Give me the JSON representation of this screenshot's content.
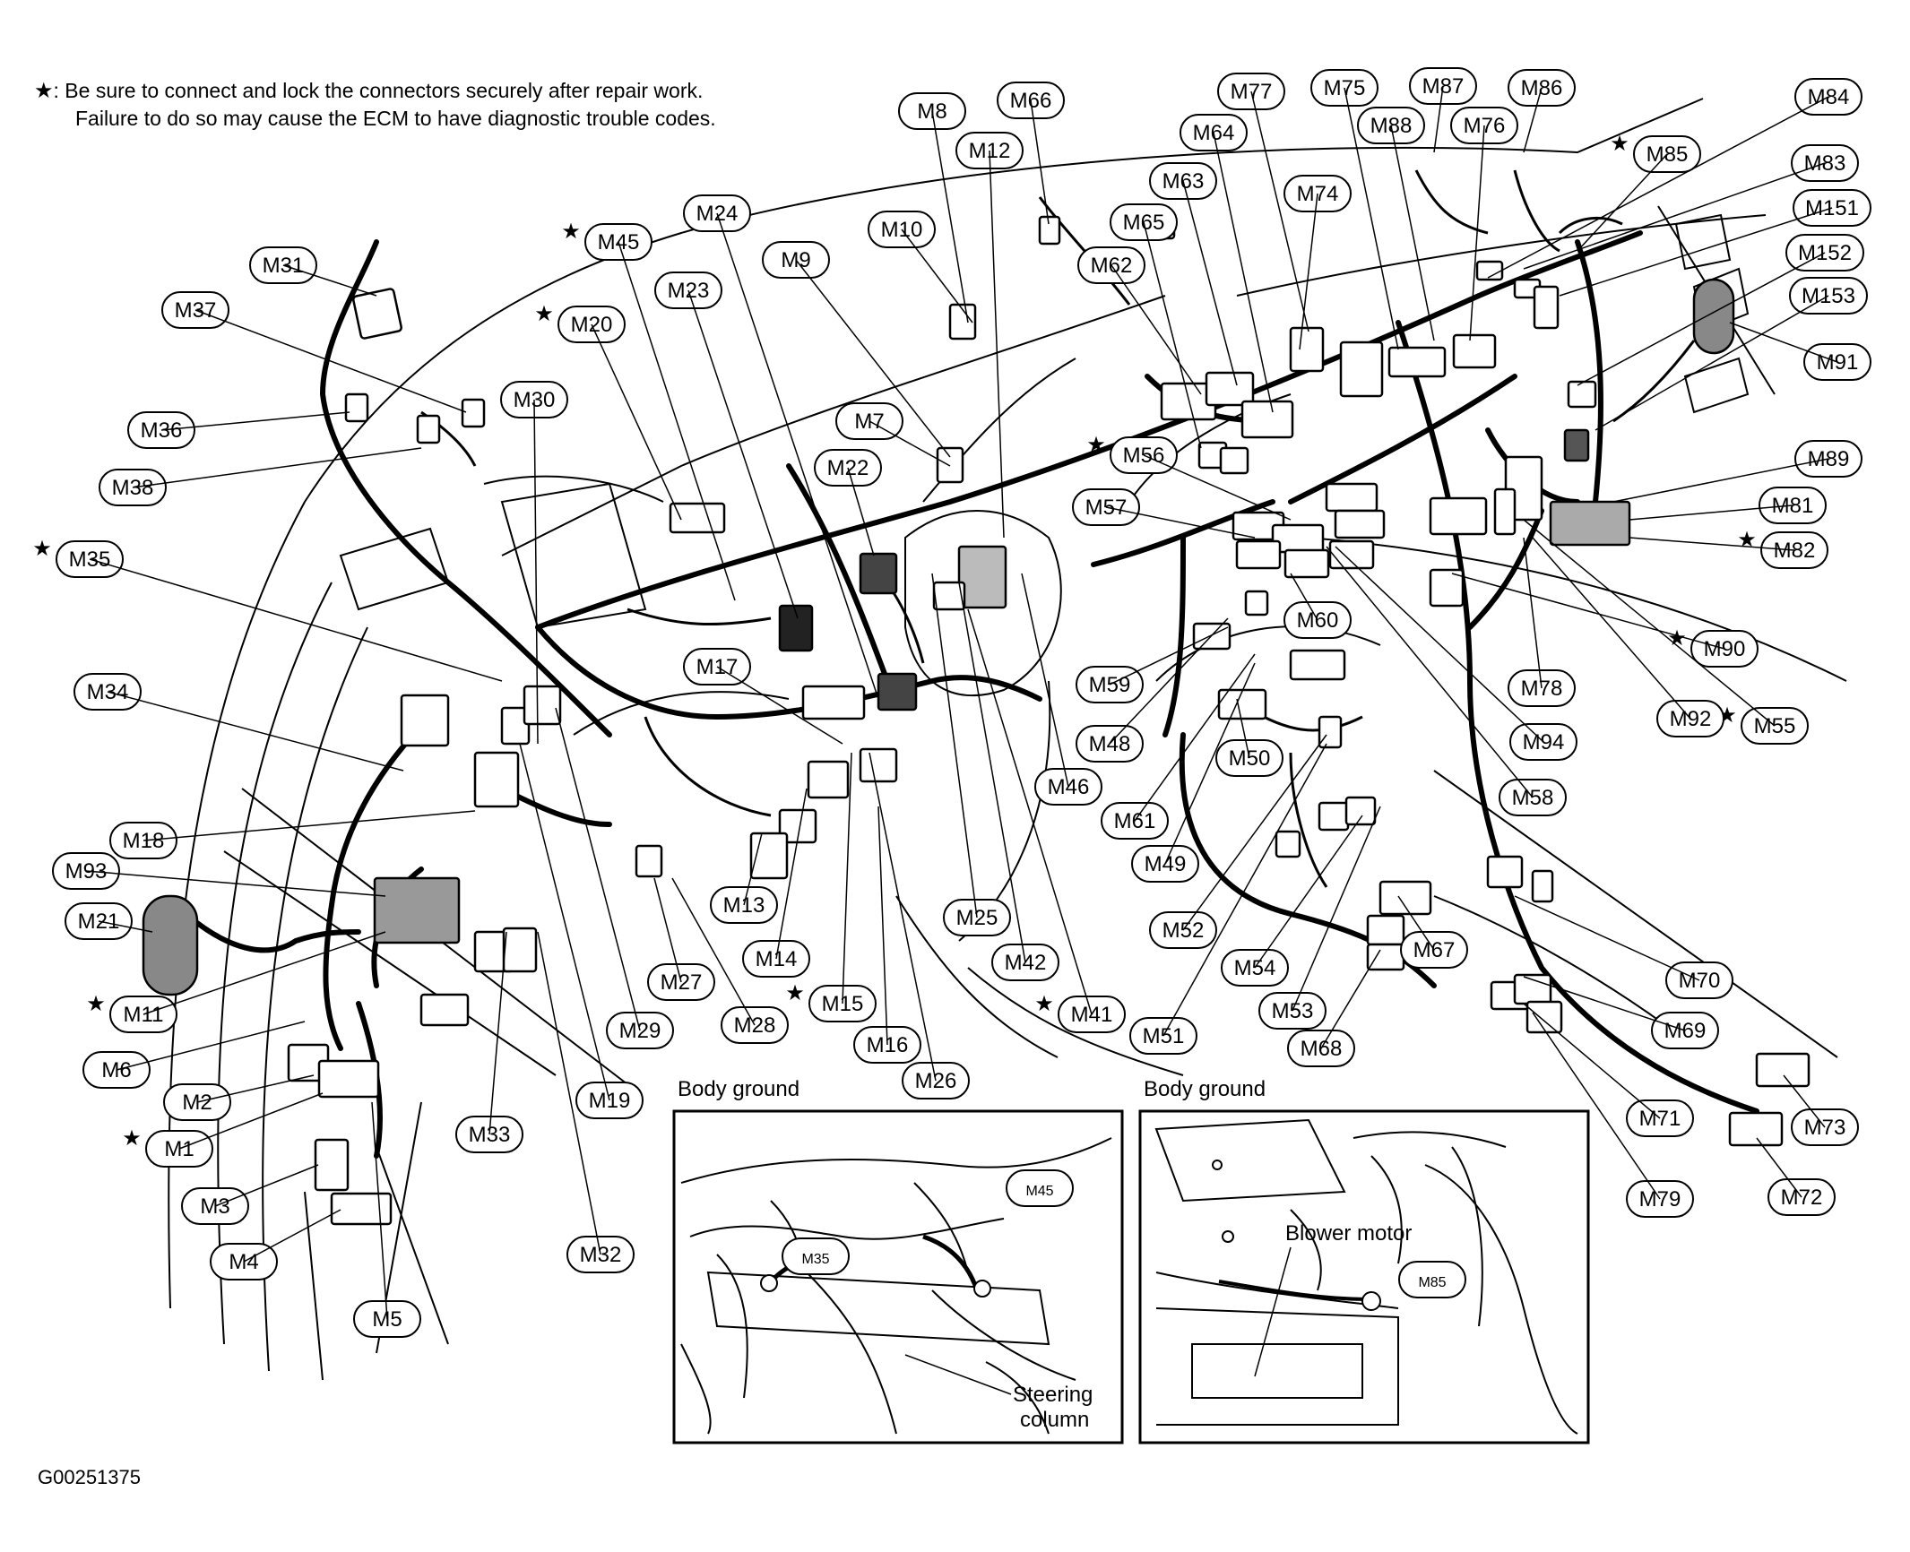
{
  "note": {
    "star": "★",
    "line1": ": Be sure to connect and lock the connectors securely after repair work.",
    "line2": "Failure to do so may cause the ECM to have diagnostic trouble codes."
  },
  "figure_id": "G00251375",
  "inset_left": {
    "title": "Body ground",
    "labels": [
      "M35",
      "M45"
    ],
    "annotation_line1": "Steering",
    "annotation_line2": "column"
  },
  "inset_right": {
    "title": "Body ground",
    "labels": [
      "M85"
    ],
    "annotation": "Blower motor"
  },
  "connectors": [
    {
      "id": "M1",
      "star": true
    },
    {
      "id": "M2",
      "star": false
    },
    {
      "id": "M3",
      "star": false
    },
    {
      "id": "M4",
      "star": false
    },
    {
      "id": "M5",
      "star": false
    },
    {
      "id": "M6",
      "star": false
    },
    {
      "id": "M7",
      "star": false
    },
    {
      "id": "M8",
      "star": false
    },
    {
      "id": "M9",
      "star": false
    },
    {
      "id": "M10",
      "star": false
    },
    {
      "id": "M11",
      "star": true
    },
    {
      "id": "M12",
      "star": false
    },
    {
      "id": "M13",
      "star": false
    },
    {
      "id": "M14",
      "star": false
    },
    {
      "id": "M15",
      "star": true
    },
    {
      "id": "M16",
      "star": false
    },
    {
      "id": "M17",
      "star": false
    },
    {
      "id": "M18",
      "star": false
    },
    {
      "id": "M19",
      "star": false
    },
    {
      "id": "M20",
      "star": true
    },
    {
      "id": "M21",
      "star": false
    },
    {
      "id": "M22",
      "star": false
    },
    {
      "id": "M23",
      "star": false
    },
    {
      "id": "M24",
      "star": false
    },
    {
      "id": "M25",
      "star": false
    },
    {
      "id": "M26",
      "star": false
    },
    {
      "id": "M27",
      "star": false
    },
    {
      "id": "M28",
      "star": false
    },
    {
      "id": "M29",
      "star": false
    },
    {
      "id": "M30",
      "star": false
    },
    {
      "id": "M31",
      "star": false
    },
    {
      "id": "M32",
      "star": false
    },
    {
      "id": "M33",
      "star": false
    },
    {
      "id": "M34",
      "star": false
    },
    {
      "id": "M35",
      "star": true
    },
    {
      "id": "M36",
      "star": false
    },
    {
      "id": "M37",
      "star": false
    },
    {
      "id": "M38",
      "star": false
    },
    {
      "id": "M41",
      "star": true
    },
    {
      "id": "M42",
      "star": false
    },
    {
      "id": "M45",
      "star": true
    },
    {
      "id": "M46",
      "star": false
    },
    {
      "id": "M48",
      "star": false
    },
    {
      "id": "M49",
      "star": false
    },
    {
      "id": "M50",
      "star": false
    },
    {
      "id": "M51",
      "star": false
    },
    {
      "id": "M52",
      "star": false
    },
    {
      "id": "M53",
      "star": false
    },
    {
      "id": "M54",
      "star": false
    },
    {
      "id": "M55",
      "star": true
    },
    {
      "id": "M56",
      "star": true
    },
    {
      "id": "M57",
      "star": false
    },
    {
      "id": "M58",
      "star": false
    },
    {
      "id": "M59",
      "star": false
    },
    {
      "id": "M60",
      "star": false
    },
    {
      "id": "M61",
      "star": false
    },
    {
      "id": "M62",
      "star": false
    },
    {
      "id": "M63",
      "star": false
    },
    {
      "id": "M64",
      "star": false
    },
    {
      "id": "M65",
      "star": false
    },
    {
      "id": "M66",
      "star": false
    },
    {
      "id": "M67",
      "star": false
    },
    {
      "id": "M68",
      "star": false
    },
    {
      "id": "M69",
      "star": false
    },
    {
      "id": "M70",
      "star": false
    },
    {
      "id": "M71",
      "star": false
    },
    {
      "id": "M72",
      "star": false
    },
    {
      "id": "M73",
      "star": false
    },
    {
      "id": "M74",
      "star": false
    },
    {
      "id": "M75",
      "star": false
    },
    {
      "id": "M76",
      "star": false
    },
    {
      "id": "M77",
      "star": false
    },
    {
      "id": "M78",
      "star": false
    },
    {
      "id": "M79",
      "star": false
    },
    {
      "id": "M81",
      "star": false
    },
    {
      "id": "M82",
      "star": true
    },
    {
      "id": "M83",
      "star": false
    },
    {
      "id": "M84",
      "star": false
    },
    {
      "id": "M85",
      "star": true
    },
    {
      "id": "M86",
      "star": false
    },
    {
      "id": "M87",
      "star": false
    },
    {
      "id": "M88",
      "star": false
    },
    {
      "id": "M89",
      "star": false
    },
    {
      "id": "M90",
      "star": true
    },
    {
      "id": "M91",
      "star": false
    },
    {
      "id": "M92",
      "star": false
    },
    {
      "id": "M93",
      "star": false
    },
    {
      "id": "M94",
      "star": false
    },
    {
      "id": "M151",
      "star": false
    },
    {
      "id": "M152",
      "star": false
    },
    {
      "id": "M153",
      "star": false
    }
  ]
}
